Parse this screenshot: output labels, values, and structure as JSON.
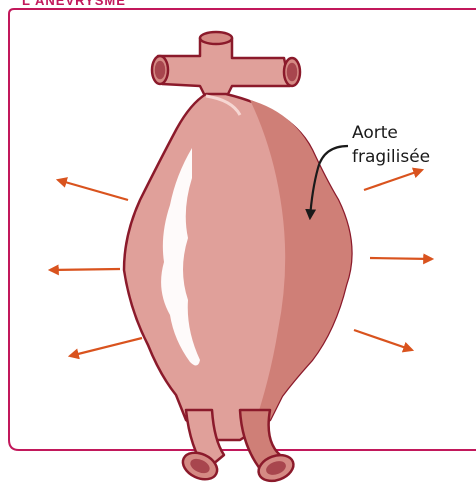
{
  "header": {
    "title": "L'ANÉVRYSME"
  },
  "label": {
    "line1": "Aorte",
    "line2": "fragilisée"
  },
  "colors": {
    "frame": "#c2185b",
    "aorta_fill": "#e0a09a",
    "aorta_shade": "#cf7f77",
    "aorta_outline": "#8b1a2b",
    "arrow": "#d9531e"
  }
}
